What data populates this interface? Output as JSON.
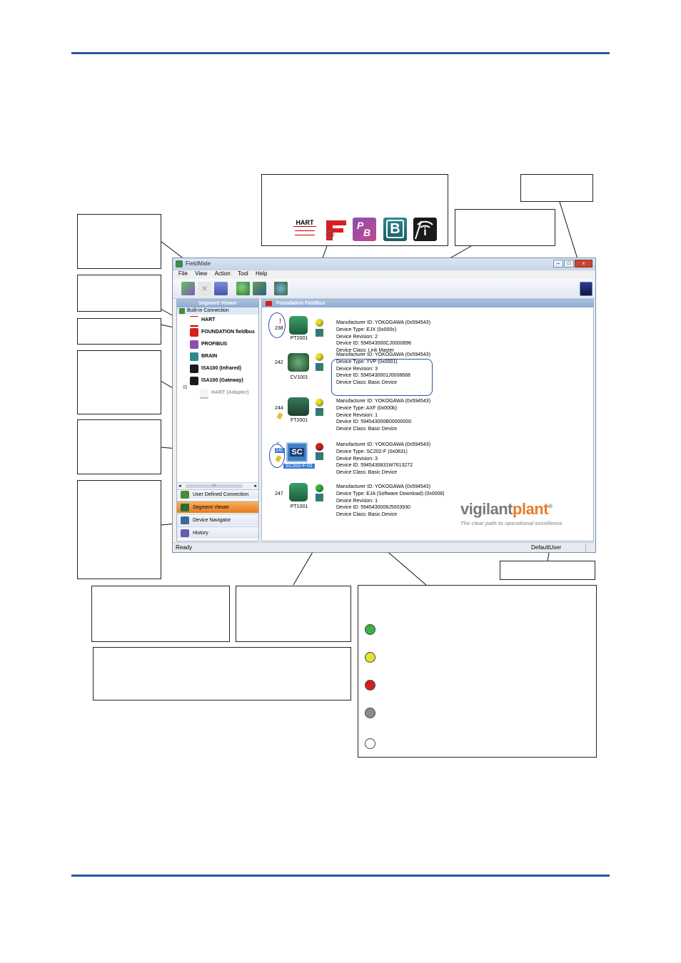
{
  "app": {
    "title": "FieldMate",
    "menu": [
      "File",
      "View",
      "Action",
      "Tool",
      "Help"
    ],
    "status_left": "Ready",
    "status_right": "DefaultUser"
  },
  "sidebar": {
    "header": "Segment Viewer",
    "built_in": "Built-in Connection",
    "items": [
      "HART",
      "FOUNDATION fieldbus",
      "PROFIBUS",
      "BRAIN",
      "ISA100 (Infrared)",
      "ISA100 (Gateway)",
      "HART (Adapter)"
    ],
    "user_defined": "User Defined Connection",
    "nav": [
      "Segment Viewer",
      "Device Navigator",
      "History"
    ],
    "scroll_glyph": "III"
  },
  "main": {
    "header": "Foundation Fieldbus",
    "devices": [
      {
        "address": "238",
        "tag": "PT2001",
        "status": "yellow",
        "info": [
          "Manufacturer ID: YOKOGAWA (0x594543)",
          "Device Type: EJX (0x000c)",
          "Device Revision: 2",
          "Device ID: 594543000CJ0000896",
          "Device Class: Link Master"
        ]
      },
      {
        "address": "242",
        "tag": "CV1001",
        "status": "yellow",
        "info": [
          "Manufacturer ID: YOKOGAWA (0x594543)",
          "Device Type: YVP (0x0001)",
          "Device Revision: 3",
          "Device ID: 5945430001J0008668",
          "Device Class: Basic Device"
        ]
      },
      {
        "address": "244",
        "tag": "FT2001",
        "status": "yellow",
        "info": [
          "Manufacturer ID: YOKOGAWA (0x594543)",
          "Device Type: AXF (0x000b)",
          "Device Revision: 1",
          "Device ID: 594543000B00000000",
          "Device Class: Basic Device"
        ]
      },
      {
        "address": "245",
        "tag": "SC202-F-01",
        "status": "red",
        "info": [
          "Manufacturer ID: YOKOGAWA (0x594543)",
          "Device Type: SC202-F (0x0831)",
          "Device Revision: 3",
          "Device ID: 5945430831W7613272",
          "Device Class: Basic Device"
        ]
      },
      {
        "address": "247",
        "tag": "PT1001",
        "status": "green",
        "info": [
          "Manufacturer ID: YOKOGAWA (0x594543)",
          "Device Type: EJA (Software Download) (0x0008)",
          "Device Revision: 1",
          "Device ID: 5945430008J5003930",
          "Device Class: Basic Device"
        ]
      }
    ],
    "alert_glyph": "!",
    "sc_glyph": "SC",
    "brand_a": "vigilant",
    "brand_b": "plant",
    "brand_reg": "®",
    "tagline": "The clear path to operational excellence"
  },
  "logos": {
    "hart": "HART",
    "profibus": "P",
    "profibus_b": "B",
    "brain": "B",
    "isa": "i"
  },
  "colors": {
    "rule": "#2a55a8",
    "green": "#3cb043",
    "yellow": "#e8e030",
    "red": "#d42020",
    "gray": "#8c8c8c",
    "white": "#ffffff",
    "nav_active": "#f08a2a"
  }
}
